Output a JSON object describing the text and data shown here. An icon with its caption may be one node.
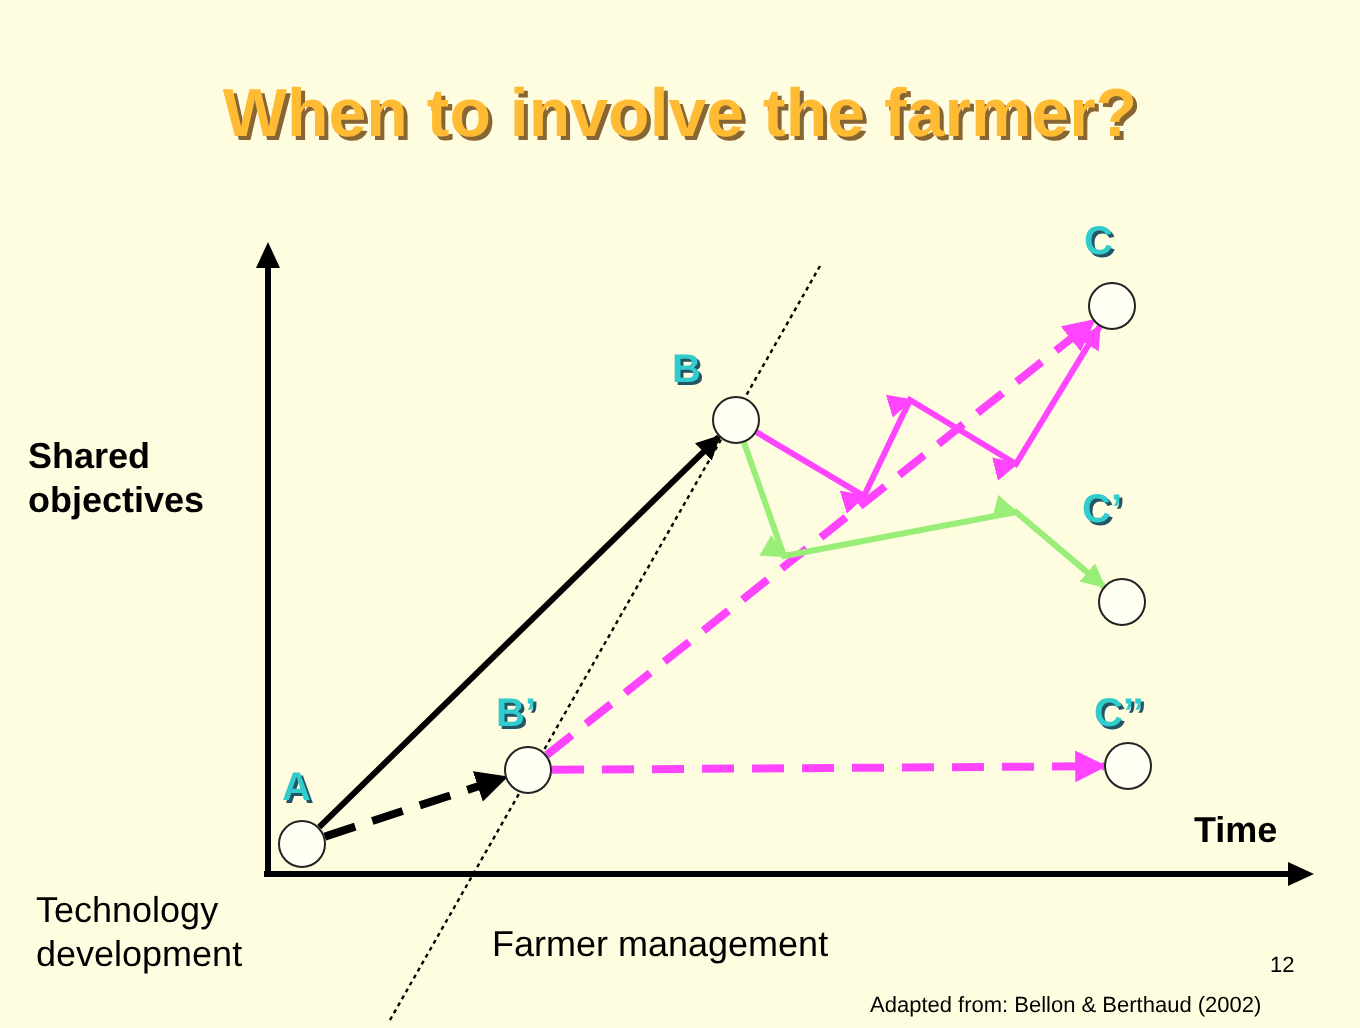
{
  "diagram": {
    "title": "When to involve the farmer?",
    "nodes": [
      {
        "text": [],
        "shape": "circle",
        "beside": [
          "A"
        ]
      },
      {
        "text": [],
        "shape": "circle",
        "beside": [
          "B’"
        ]
      },
      {
        "text": [],
        "shape": "circle",
        "beside": [
          "B"
        ]
      },
      {
        "text": [],
        "shape": "circle",
        "beside": [
          "C"
        ]
      },
      {
        "text": [],
        "shape": "circle",
        "beside": [
          "C’"
        ]
      },
      {
        "text": [],
        "shape": "circle",
        "beside": [
          "C’’"
        ]
      }
    ],
    "edges": [
      {
        "from": 0,
        "to": 2,
        "arrow": "to",
        "color": "#000000"
      },
      {
        "from": 0,
        "to": 1,
        "arrow": "to",
        "style": "dashed",
        "color": "#000000"
      },
      {
        "from": 1,
        "to": 3,
        "arrow": "to",
        "style": "dashed",
        "color": "#ff44ff"
      },
      {
        "from": 1,
        "to": 5,
        "arrow": "to",
        "style": "dashed",
        "color": "#ff44ff"
      },
      {
        "from": 2,
        "to": 3,
        "arrow": "to",
        "color": "#ff44ff"
      },
      {
        "from": 2,
        "to": 4,
        "arrow": "to",
        "color": "#99ee77"
      }
    ],
    "labels": [
      "Shared objectives",
      "Time",
      "Technology development",
      "Farmer management",
      "12",
      "Adapted from: Bellon & Berthaud (2002)"
    ]
  }
}
